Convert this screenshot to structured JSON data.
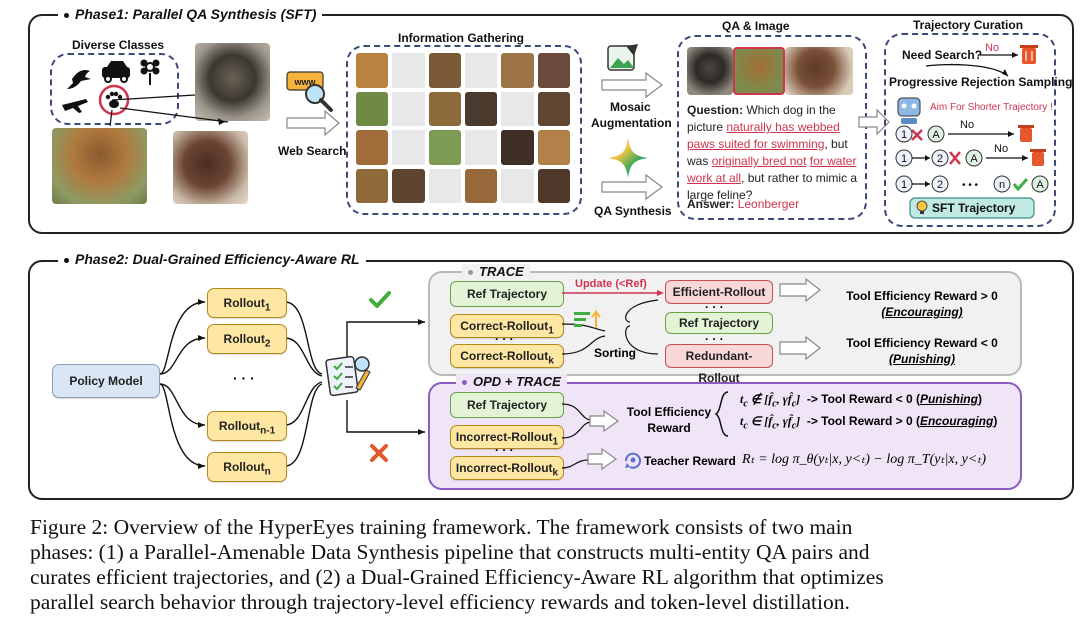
{
  "phase1": {
    "title": "Phase1: Parallel QA Synthesis (SFT)",
    "diverse_classes": "Diverse Classes",
    "web_search": "Web Search",
    "information_gathering": "Information Gathering",
    "mosaic_augmentation_1": "Mosaic",
    "mosaic_augmentation_2": "Augmentation",
    "qa_synthesis": "QA Synthesis",
    "qa_image": "QA & Image",
    "question_label": "Question:",
    "question_parts": [
      "Which dog in the",
      "picture",
      "naturally has webbed",
      "paws suited for swimming",
      ", but was",
      "originally bred not",
      "for water work at all",
      ", but",
      "rather to mimic a large feline?"
    ],
    "answer_label": "Answer:",
    "answer_value": "Leonberger",
    "trajectory_curation": "Trajectory Curation",
    "need_search": "Need Search?",
    "no": "No",
    "progressive_rejection": "Progressive Rejection Sampling",
    "aim_shorter": "Aim For Shorter Trajectory !",
    "sft_trajectory": "SFT Trajectory",
    "node_1": "1",
    "node_2": "2",
    "node_n": "n",
    "node_a": "A",
    "ellipsis": "• • •"
  },
  "phase2": {
    "title": "Phase2: Dual-Grained Efficiency-Aware RL",
    "policy_model": "Policy Model",
    "rollout": "Rollout",
    "rollout_subs": [
      "1",
      "2",
      "n-1",
      "n"
    ],
    "vdots": "⋮",
    "trace_title": "TRACE",
    "opd_trace_title": "OPD + TRACE",
    "ref_trajectory": "Ref Trajectory",
    "correct_rollout": "Correct-Rollout",
    "correct_subs": [
      "1",
      "k"
    ],
    "incorrect_rollout": "Incorrect-Rollout",
    "update": "Update (<Ref)",
    "efficient_rollout": "Efficient-Rollout",
    "redundant_rollout": "Redundant-Rollout",
    "sorting": "Sorting",
    "dots": "· · ·",
    "reward_pos": "Tool Efficiency Reward > 0",
    "reward_pos_sub": "(Encouraging)",
    "reward_neg": "Tool Efficiency Reward < 0",
    "reward_neg_sub": "(Punishing)",
    "tool_efficiency_reward_1": "Tool Efficiency",
    "tool_efficiency_reward_2": "Reward",
    "cond1_prefix": "-> Tool Reward < 0 (",
    "cond1_word": "Punishing",
    "cond2_prefix": "-> Tool Reward > 0 (",
    "cond2_word": "Encouraging",
    "close_paren": ")",
    "teacher_reward": "Teacher Reward",
    "formula": "Rₜ = log π_θ(yₜ|x, y<ₜ) − log π_T(yₜ|x, y<ₜ)"
  },
  "caption": [
    "Figure 2: Overview of the HyperEyes training framework.  The framework consists of two main",
    "phases: (1) a Parallel-Amenable Data Synthesis pipeline that constructs multi-entity QA pairs and",
    "curates efficient trajectories, and (2) a Dual-Grained Efficiency-Aware RL algorithm that optimizes",
    "parallel search behavior through trajectory-level efficiency rewards and token-level distillation."
  ],
  "colors": {
    "accent_red": "#d0344e",
    "dashed_border": "#3c4a7a",
    "rollout_fill": "#fde7a2",
    "green_fill": "#e3f3d6",
    "pink_fill": "#f8d8d8",
    "opd_fill": "#efe5f7",
    "trace_fill": "#f1f1f1",
    "check_green": "#3fae3f",
    "cross_orange": "#e2572d"
  },
  "icons": [
    "bird-icon",
    "car-icon",
    "flower-icon",
    "airplane-icon",
    "paw-icon",
    "web-search-icon",
    "image-edit-icon",
    "gemini-star-icon",
    "trash-icon",
    "robot-icon",
    "lightbulb-icon",
    "checklist-icon",
    "check-icon",
    "cross-icon",
    "sort-icon",
    "teacher-icon"
  ]
}
